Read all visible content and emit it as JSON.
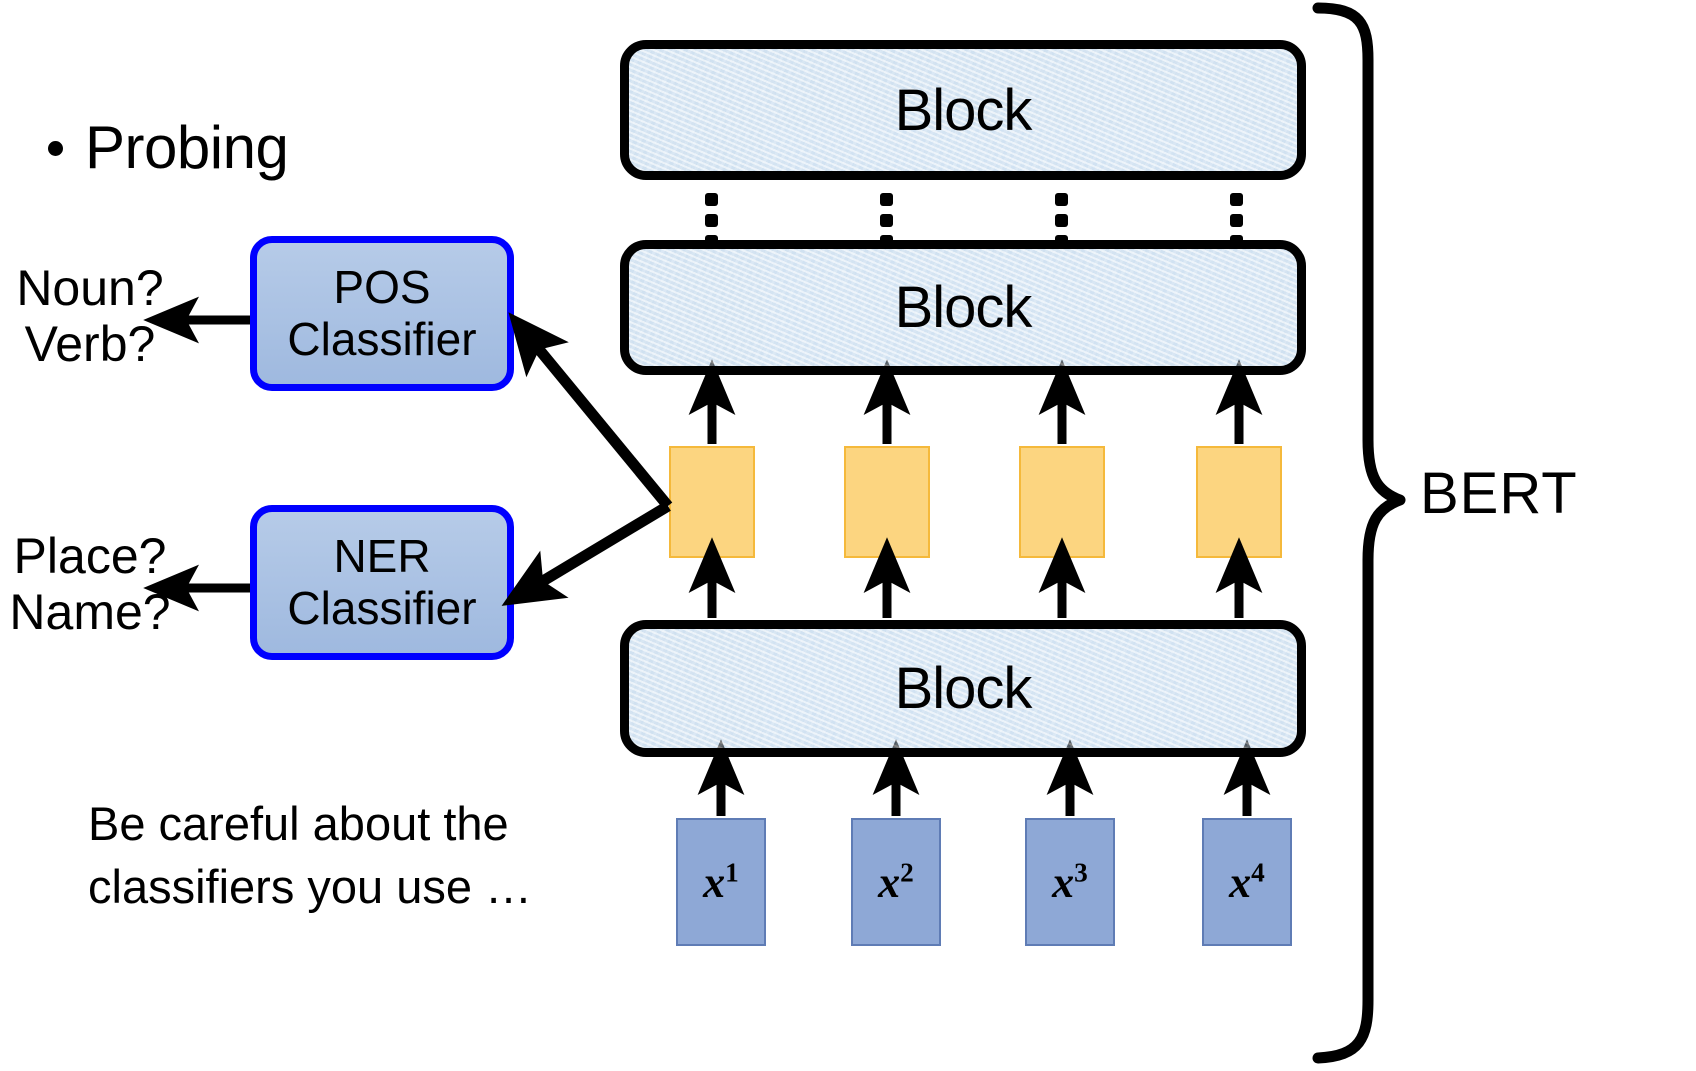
{
  "slide": {
    "bullet": "Probing",
    "caption": "Be careful about the classifiers you use …",
    "bert_label": "BERT"
  },
  "probes": [
    {
      "name": "POS",
      "box_label": "POS\nClassifier",
      "title": "POS",
      "subtitle": "Classifier",
      "question": "Noun?\nVerb?"
    },
    {
      "name": "NER",
      "box_label": "NER\nClassifier",
      "title": "NER",
      "subtitle": "Classifier",
      "question": "Place?\nName?"
    }
  ],
  "bert": {
    "blocks": [
      {
        "id": "block-top",
        "label": "Block"
      },
      {
        "id": "block-mid",
        "label": "Block"
      },
      {
        "id": "block-bottom",
        "label": "Block"
      }
    ],
    "ellipsis_glyph": "⋮",
    "ellipsis_count": 4
  },
  "tokens": [
    {
      "base": "x",
      "sup": "1"
    },
    {
      "base": "x",
      "sup": "2"
    },
    {
      "base": "x",
      "sup": "3"
    },
    {
      "base": "x",
      "sup": "4"
    }
  ],
  "hidden_states": [
    {
      "index": 1
    },
    {
      "index": 2
    },
    {
      "index": 3
    },
    {
      "index": 4
    }
  ],
  "colors": {
    "probe_border": "#0000ff",
    "probe_fill": "#a9c2e4",
    "block_border": "#000000",
    "block_fill": "#dce9f5",
    "hidden_state_fill": "#fcd580",
    "hidden_state_border": "#f5b93b",
    "token_fill": "#8ea8d6",
    "token_border": "#5f7cb5",
    "arrow": "#000000",
    "text": "#000000"
  }
}
